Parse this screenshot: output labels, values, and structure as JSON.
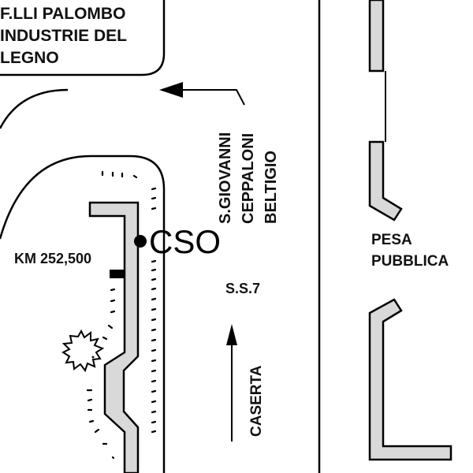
{
  "map": {
    "colors": {
      "background": "#ffffff",
      "ink": "#000000",
      "barrier_fill": "#d9d9d9"
    },
    "labels": {
      "business_line1": "F.LLI PALOMBO",
      "business_line2": "INDUSTRIE DEL",
      "business_line3": "LEGNO",
      "direction_line1": "S.GIOVANNI",
      "direction_line2": "CEPPALONI",
      "direction_line3": "BELTIGIO",
      "site_code": "CSO",
      "kilometer": "KM 252,500",
      "road_name": "S.S.7",
      "direction_north": "CASERTA",
      "landmark_line1": "PESA",
      "landmark_line2": "PUBBLICA"
    },
    "icons": {
      "site_marker": "filled-circle",
      "km_marker": "black-rectangle",
      "tree": "star-outline",
      "arrow_left": "arrow-left",
      "arrow_up": "arrow-up"
    }
  }
}
